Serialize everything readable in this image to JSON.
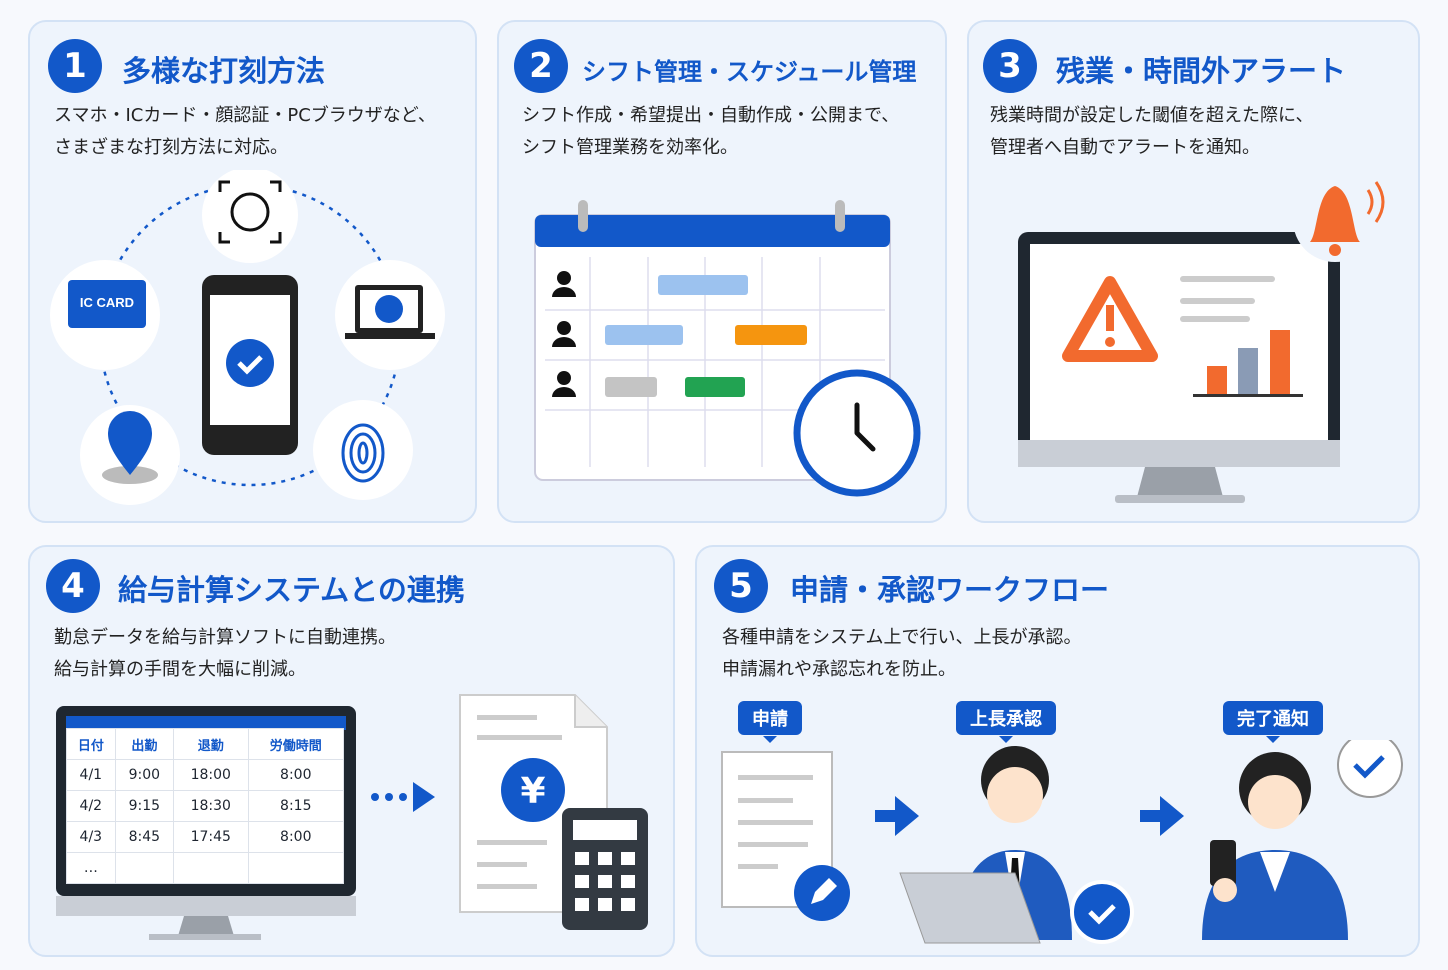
{
  "colors": {
    "accent": "#1258c9",
    "alert": "#f26a2e",
    "card_bg": "#eef4fc"
  },
  "features": [
    {
      "number": "1",
      "title": "多様な打刻方法",
      "desc": [
        "スマホ・ICカード・顔認証・PCブラウザなど、",
        "さまざまな打刻方法に対応。"
      ],
      "icons": [
        "face-recognition-icon",
        "ic-card-icon",
        "smartphone-check-icon",
        "laptop-check-icon",
        "location-pin-icon",
        "fingerprint-icon"
      ],
      "ic_card_label": "IC CARD"
    },
    {
      "number": "2",
      "title": "シフト管理・スケジュール管理",
      "desc": [
        "シフト作成・希望提出・自動作成・公開まで、",
        "シフト管理業務を効率化。"
      ],
      "icons": [
        "calendar-icon",
        "clock-icon",
        "person-icon"
      ]
    },
    {
      "number": "3",
      "title": "残業・時間外アラート",
      "desc": [
        "残業時間が設定した閾値を超えた際に、",
        "管理者へ自動でアラートを通知。"
      ],
      "icons": [
        "bell-icon",
        "warning-icon",
        "monitor-icon",
        "bar-chart-icon"
      ]
    },
    {
      "number": "4",
      "title": "給与計算システムとの連携",
      "desc": [
        "勤怠データを給与計算ソフトに自動連携。",
        "給与計算の手間を大幅に削減。"
      ],
      "icons": [
        "yen-document-icon",
        "calculator-icon",
        "arrow-right-icon"
      ],
      "table": {
        "headers": [
          "日付",
          "出勤",
          "退勤",
          "労働時間"
        ],
        "rows": [
          [
            "4/1",
            "9:00",
            "18:00",
            "8:00"
          ],
          [
            "4/2",
            "9:15",
            "18:30",
            "8:15"
          ],
          [
            "4/3",
            "8:45",
            "17:45",
            "8:00"
          ],
          [
            "…",
            "",
            "",
            ""
          ]
        ]
      }
    },
    {
      "number": "5",
      "title": "申請・承認ワークフロー",
      "desc": [
        "各種申請をシステム上で行い、上長が承認。",
        "申請漏れや承認忘れを防止。"
      ],
      "steps": [
        "申請",
        "上長承認",
        "完了通知"
      ],
      "icons": [
        "document-edit-icon",
        "manager-laptop-icon",
        "employee-phone-icon",
        "check-icon",
        "arrow-right-icon"
      ]
    }
  ]
}
